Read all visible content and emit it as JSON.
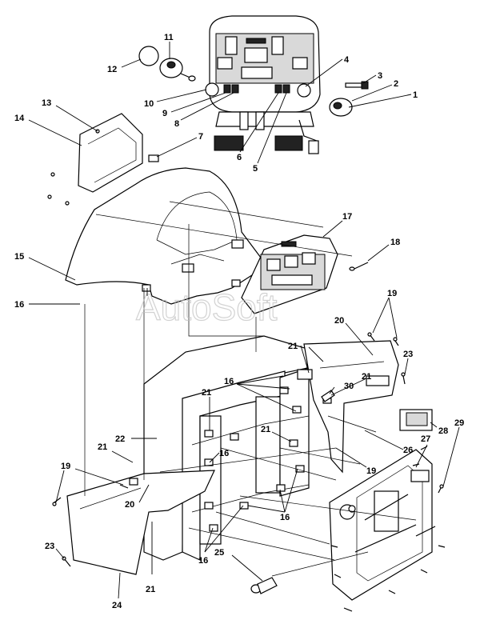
{
  "watermark": "AutoSoft",
  "callouts": [
    "1",
    "2",
    "3",
    "4",
    "5",
    "6",
    "7",
    "8",
    "9",
    "10",
    "11",
    "12",
    "13",
    "14",
    "15",
    "16",
    "16",
    "16",
    "16",
    "16",
    "16",
    "17",
    "18",
    "19",
    "19",
    "19",
    "20",
    "20",
    "21",
    "21",
    "21",
    "21",
    "21",
    "21",
    "21",
    "22",
    "23",
    "23",
    "24",
    "25",
    "26",
    "27",
    "28",
    "29",
    "30"
  ]
}
